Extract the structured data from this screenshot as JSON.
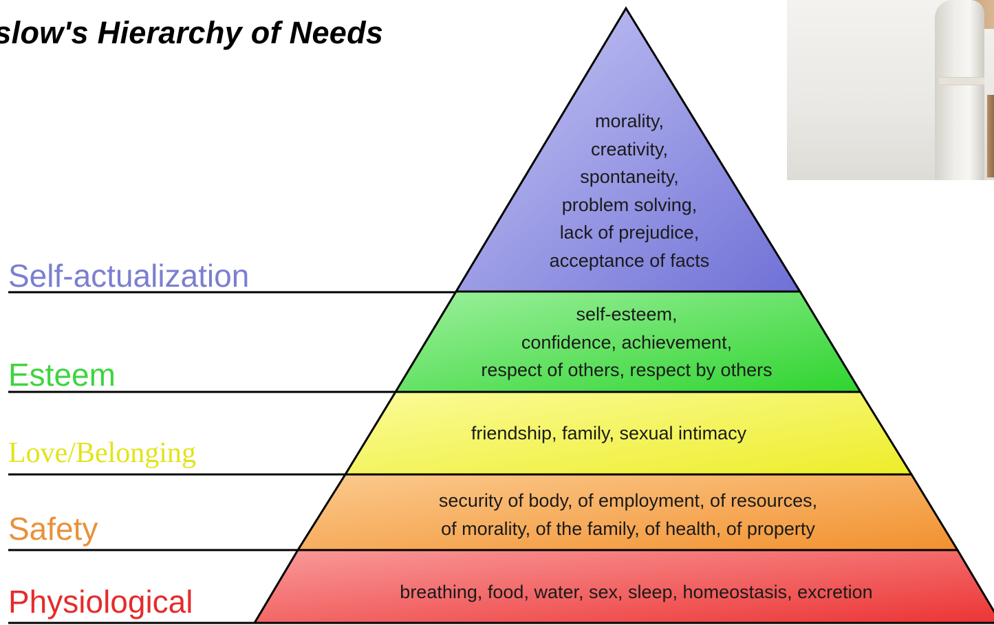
{
  "title": "aslow's Hierarchy of Needs",
  "levels": [
    {
      "name": "Self-actualization",
      "items": [
        "morality,",
        "creativity,",
        "spontaneity,",
        "problem solving,",
        "lack of prejudice,",
        "acceptance of facts"
      ]
    },
    {
      "name": "Esteem",
      "items": [
        "self-esteem,",
        "confidence, achievement,",
        "respect of others, respect by others"
      ]
    },
    {
      "name": "Love/Belonging",
      "items": [
        "friendship, family, sexual intimacy"
      ]
    },
    {
      "name": "Safety",
      "items": [
        "security of body, of employment, of resources,",
        "of morality, of the family, of health, of property"
      ]
    },
    {
      "name": "Physiological",
      "items": [
        "breathing, food, water, sex, sleep, homeostasis, excretion"
      ]
    }
  ],
  "colors": {
    "self_actualization": "#8f90e6",
    "esteem": "#45de45",
    "love_belonging": "#f6f64a",
    "safety": "#f6a44e",
    "physiological": "#f35252"
  }
}
